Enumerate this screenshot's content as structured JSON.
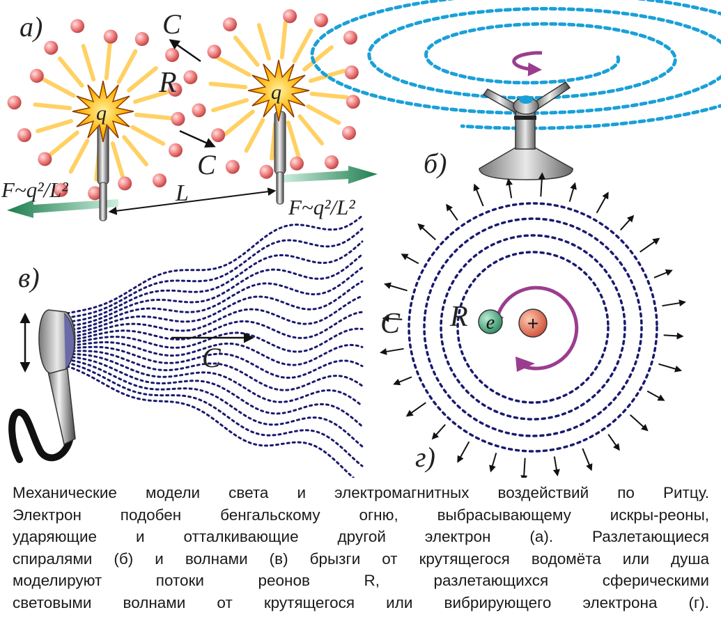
{
  "panels": {
    "a": {
      "label": "а)",
      "charge": "q",
      "reon_label": "R",
      "speed_top": "C",
      "speed_bottom": "C",
      "distance": "L",
      "force_left": "F~q²/L²",
      "force_right": "F~q²/L²"
    },
    "b": {
      "label": "б)"
    },
    "v": {
      "label": "в)",
      "speed": "C"
    },
    "g": {
      "label": "г)",
      "reon_label": "R",
      "electron": "e",
      "nucleus": "+",
      "speed": "C"
    }
  },
  "caption": {
    "lines": [
      "Механические модели света и электромагнитных воздействий по Ритцу.",
      "Электрон подобен бенгальскому огню, выбрасывающему искры-реоны,",
      "ударяющие и отталкивающие другой электрон (а). Разлетающиеся",
      "спиралями (б) и волнами (в) брызги от крутящегося водомёта или душа",
      "моделируют потоки реонов R, разлетающихся сферическими",
      "световыми волнами  от крутящегося или вибрирующего электрона (г)."
    ]
  },
  "colors": {
    "spark": "#f5b000",
    "reon": "#f08080",
    "spiral": "#1aa0d8",
    "wave": "#1a1a6e",
    "rotation": "#9a3d8f",
    "force_arrow": "#2e9e6a",
    "electron": "#3aa07a",
    "nucleus": "#e06a50"
  }
}
